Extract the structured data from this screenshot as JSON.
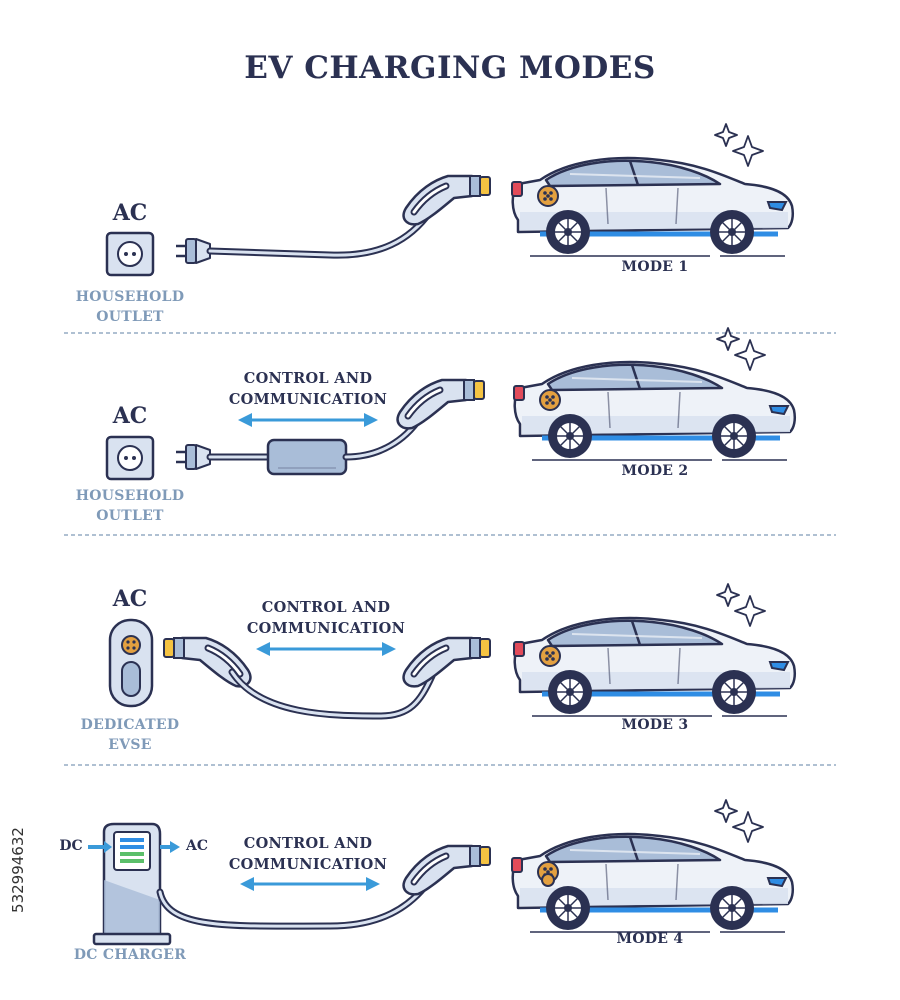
{
  "title": "EV CHARGING MODES",
  "mode1": {
    "ac": "AC",
    "source": [
      "HOUSEHOLD",
      "OUTLET"
    ],
    "mode": "MODE 1"
  },
  "mode2": {
    "ac": "AC",
    "source": [
      "HOUSEHOLD",
      "OUTLET"
    ],
    "comm": [
      "CONTROL AND",
      "COMMUNICATION"
    ],
    "mode": "MODE 2"
  },
  "mode3": {
    "ac": "AC",
    "source": [
      "DEDICATED",
      "EVSE"
    ],
    "comm": [
      "CONTROL AND",
      "COMMUNICATION"
    ],
    "mode": "MODE 3"
  },
  "mode4": {
    "dc": "DC",
    "ac": "AC",
    "source": [
      "DC CHARGER"
    ],
    "comm": [
      "CONTROL AND",
      "COMMUNICATION"
    ],
    "mode": "MODE 4"
  },
  "watermark": "532994632",
  "colors": {
    "navy": "#2b3152",
    "light_blue": "#d9e2f0",
    "mid_blue": "#a9bdd8",
    "arrow_blue": "#3a9ad9",
    "car_stripe": "#2f8de4",
    "port_orange": "#e3a040",
    "connector_yellow": "#f5c342",
    "label_gray_blue": "#7f9ab8"
  }
}
